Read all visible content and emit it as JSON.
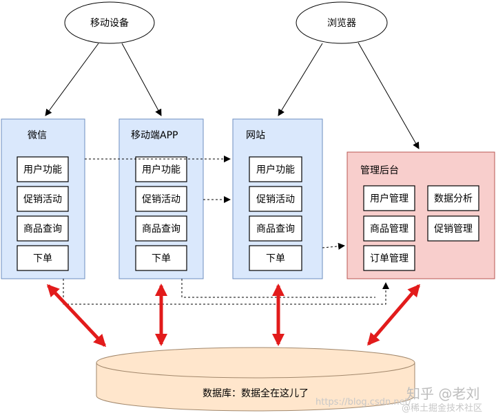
{
  "nodes": {
    "mobile_device": "移动设备",
    "browser": "浏览器"
  },
  "panels": {
    "wechat": {
      "title": "微信",
      "items": [
        "用户功能",
        "促销活动",
        "商品查询",
        "下单"
      ]
    },
    "mobile_app": {
      "title": "移动端APP",
      "items": [
        "用户功能",
        "促销活动",
        "商品查询",
        "下单"
      ]
    },
    "website": {
      "title": "网站",
      "items": [
        "用户功能",
        "促销活动",
        "商品查询",
        "下单"
      ]
    },
    "admin": {
      "title": "管理后台",
      "items": [
        "用户管理",
        "数据分析",
        "商品管理",
        "促销管理",
        "订单管理"
      ]
    }
  },
  "database": {
    "label": "数据库：数据全在这儿了"
  },
  "watermarks": {
    "url": "https://blog.csdn.net/",
    "zhihu": "知乎 @老刘",
    "juejin": "@稀土掘金技术社区"
  },
  "colors": {
    "panel_blue": "#dae8fc",
    "panel_red": "#f8cecc",
    "database": "#ffe6cc",
    "red_arrow": "#e21b1b"
  }
}
